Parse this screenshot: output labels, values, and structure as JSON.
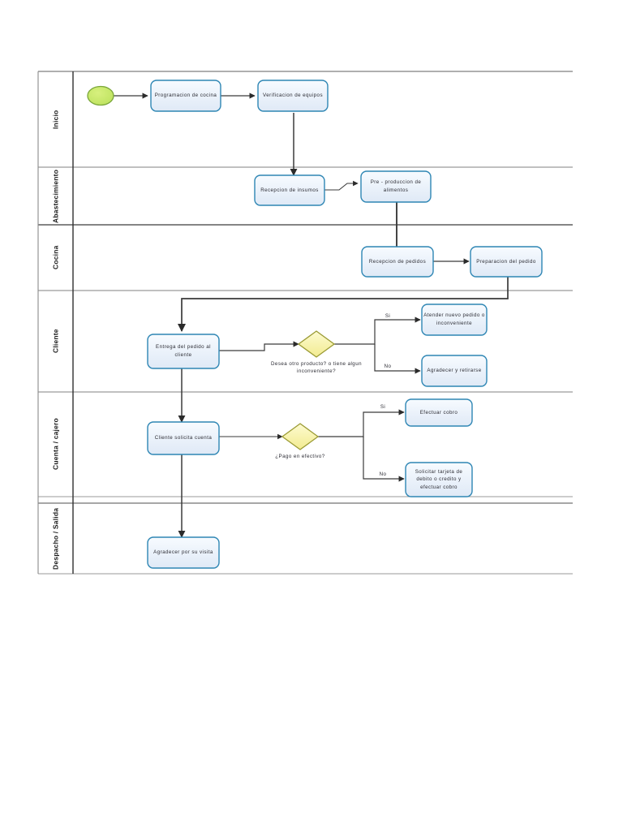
{
  "diagram": {
    "type": "bpmn-swimlane-flowchart",
    "title_visible": false,
    "colors": {
      "task_fill_top": "#f2f7fc",
      "task_fill_bottom": "#e3ecf7",
      "task_border": "#2e86b4",
      "gateway_fill": "#f7f2a8",
      "gateway_border": "#9a9a33",
      "start_fill": "#c6e86b",
      "start_border": "#7aa63a",
      "connector": "#3b3b3b",
      "lane_border": "#7f7f7f",
      "lane_divider_dark": "#595959",
      "label_text": "#2b2b33",
      "page_background": "#ffffff"
    }
  },
  "lanes": [
    {
      "id": "inicio",
      "label": "Inicio"
    },
    {
      "id": "abastecimiento",
      "label": "Abastecimiento"
    },
    {
      "id": "cocina",
      "label": "Cocina"
    },
    {
      "id": "cliente",
      "label": "Cliente"
    },
    {
      "id": "cuenta",
      "label": "Cuenta / cajero"
    },
    {
      "id": "despacho",
      "label": "Despacho / Salida"
    }
  ],
  "nodes": [
    {
      "id": "start",
      "lane": "inicio",
      "shape": "start-event",
      "label": ""
    },
    {
      "id": "programacion_cocina",
      "lane": "inicio",
      "shape": "task",
      "label": "Programacion de cocina"
    },
    {
      "id": "verificacion_equipos",
      "lane": "inicio",
      "shape": "task",
      "label": "Verificacion de equipos"
    },
    {
      "id": "recepcion_insumos",
      "lane": "abastecimiento",
      "shape": "task",
      "label": "Recepcion de insumos"
    },
    {
      "id": "pre_produccion",
      "lane": "abastecimiento",
      "shape": "task",
      "label": "Pre - produccion de alimentos"
    },
    {
      "id": "recepcion_pedidos",
      "lane": "cocina",
      "shape": "task",
      "label": "Recepcion de pedidos"
    },
    {
      "id": "preparacion_pedido",
      "lane": "cocina",
      "shape": "task",
      "label": "Preparacion del pedido"
    },
    {
      "id": "entrega_pedido",
      "lane": "cliente",
      "shape": "task",
      "label": "Entrega del pedido al cliente"
    },
    {
      "id": "gw_cliente",
      "lane": "cliente",
      "shape": "gateway",
      "label": "Desea otro producto? o tiene algun inconveniente?"
    },
    {
      "id": "atender_nuevo",
      "lane": "cliente",
      "shape": "task",
      "label": "Atender nuevo pedido o inconveniente"
    },
    {
      "id": "agradecer_retirarse",
      "lane": "cliente",
      "shape": "task",
      "label": "Agradecer y retirarse"
    },
    {
      "id": "cliente_solicita_cuenta",
      "lane": "cuenta",
      "shape": "task",
      "label": "Cliente solicita cuenta"
    },
    {
      "id": "gw_pago",
      "lane": "cuenta",
      "shape": "gateway",
      "label": "¿Pago en efectivo?"
    },
    {
      "id": "efectuar_cobro",
      "lane": "cuenta",
      "shape": "task",
      "label": "Efectuar cobro"
    },
    {
      "id": "solicitar_tarjeta",
      "lane": "cuenta",
      "shape": "task",
      "label": "Solicitar tarjeta de debito o credito y efectuar cobro"
    },
    {
      "id": "agradecer_visita",
      "lane": "despacho",
      "shape": "task",
      "label": "Agradecer por su visita"
    }
  ],
  "edge_labels": {
    "cliente_si": "Si",
    "cliente_no": "No",
    "pago_si": "Si",
    "pago_no": "No"
  },
  "edges": [
    {
      "from": "start",
      "to": "programacion_cocina",
      "label": ""
    },
    {
      "from": "programacion_cocina",
      "to": "verificacion_equipos",
      "label": ""
    },
    {
      "from": "verificacion_equipos",
      "to": "recepcion_insumos",
      "label": ""
    },
    {
      "from": "recepcion_insumos",
      "to": "pre_produccion",
      "label": ""
    },
    {
      "from": "pre_produccion",
      "to": "recepcion_pedidos",
      "label": ""
    },
    {
      "from": "recepcion_pedidos",
      "to": "preparacion_pedido",
      "label": ""
    },
    {
      "from": "preparacion_pedido",
      "to": "entrega_pedido",
      "label": ""
    },
    {
      "from": "entrega_pedido",
      "to": "gw_cliente",
      "label": ""
    },
    {
      "from": "gw_cliente",
      "to": "atender_nuevo",
      "label": "Si"
    },
    {
      "from": "gw_cliente",
      "to": "agradecer_retirarse",
      "label": "No"
    },
    {
      "from": "entrega_pedido",
      "to": "cliente_solicita_cuenta",
      "label": ""
    },
    {
      "from": "cliente_solicita_cuenta",
      "to": "gw_pago",
      "label": ""
    },
    {
      "from": "gw_pago",
      "to": "efectuar_cobro",
      "label": "Si"
    },
    {
      "from": "gw_pago",
      "to": "solicitar_tarjeta",
      "label": "No"
    },
    {
      "from": "cliente_solicita_cuenta",
      "to": "agradecer_visita",
      "label": ""
    }
  ]
}
